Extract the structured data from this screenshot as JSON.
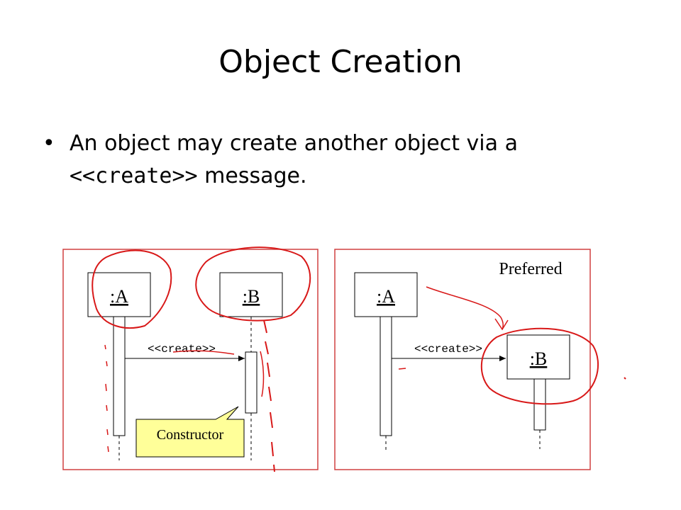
{
  "slide": {
    "title": "Object Creation",
    "bullet": {
      "prefix": "An object may create another object via a",
      "code": "<<create>>",
      "suffix": "message."
    }
  },
  "left_diagram": {
    "object_a": ":A",
    "object_b": ":B",
    "message": "<<create>>",
    "callout": "Constructor"
  },
  "right_diagram": {
    "label": "Preferred",
    "object_a": ":A",
    "object_b": ":B",
    "message": "<<create>>"
  },
  "colors": {
    "frame": "#d04040",
    "annotation": "#d81818",
    "callout_fill": "#ffff99"
  }
}
